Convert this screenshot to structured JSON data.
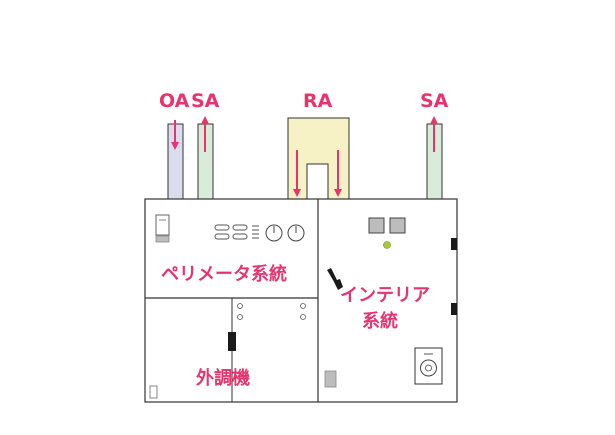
{
  "labels": {
    "oa": "OA",
    "sa_left": "SA",
    "ra": "RA",
    "sa_right": "SA",
    "perimeter_system": "ペリメータ系統",
    "interior_system_line1": "インテリア",
    "interior_system_line2": "系統",
    "outdoor_unit": "外調機"
  },
  "colors": {
    "accent": "#e8336e",
    "oa_duct": "#dcdcef",
    "sa_duct": "#d9ecd9",
    "ra_duct": "#f7f1c6",
    "outline": "#333333",
    "indicator_led": "#a8c93a"
  }
}
